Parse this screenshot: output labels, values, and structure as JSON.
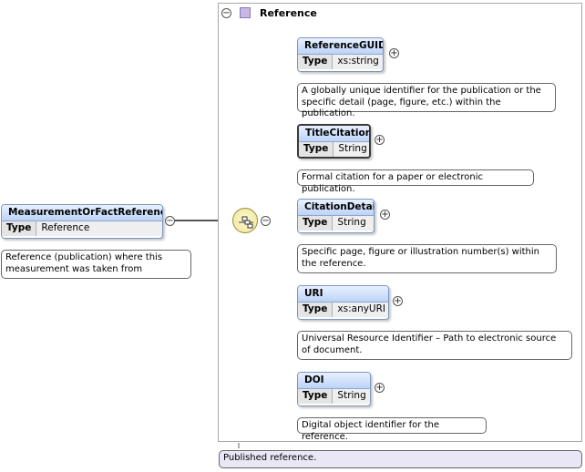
{
  "root": {
    "name": "MeasurementOrFactReference",
    "type_key": "Type",
    "type_value": "Reference",
    "annotation": "Reference (publication) where this measurement was taken from"
  },
  "group": {
    "title": "Reference",
    "annotation": "Published reference."
  },
  "toggles": {
    "collapse": "−",
    "expand": "+"
  },
  "children": [
    {
      "name": "ReferenceGUID",
      "type_key": "Type",
      "type_value": "xs:string",
      "annotation": "A globally unique identifier for the publication or the specific detail (page, figure, etc.) within the publication."
    },
    {
      "name": "TitleCitation",
      "type_key": "Type",
      "type_value": "String",
      "annotation": "Formal citation for a paper or electronic publication."
    },
    {
      "name": "CitationDetail",
      "type_key": "Type",
      "type_value": "String",
      "annotation": "Specific page, figure or illustration number(s) within the reference."
    },
    {
      "name": "URI",
      "type_key": "Type",
      "type_value": "xs:anyURI",
      "annotation": "Universal Resource Identifier – Path to electronic source of document."
    },
    {
      "name": "DOI",
      "type_key": "Type",
      "type_value": "String",
      "annotation": "Digital object identifier for the reference."
    }
  ]
}
